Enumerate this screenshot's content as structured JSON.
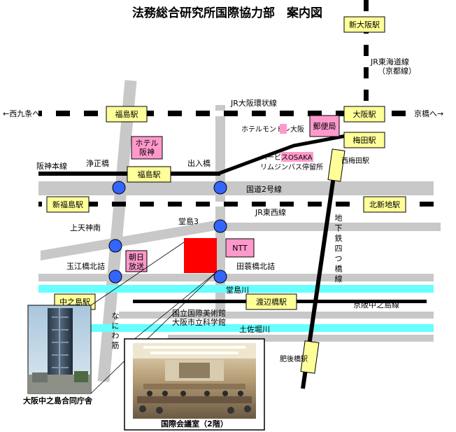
{
  "title": "法務総合研究所国際協力部　案内図",
  "colors": {
    "station_box": "#ffff99",
    "landmark_box": "#ff99cc",
    "road": "#c8c8c8",
    "river": "#66ffff",
    "stop": "#3366ff",
    "destination": "#ff0000",
    "line": "#000000"
  },
  "stations": {
    "shin_osaka": "新大阪駅",
    "fukushima_jr": "福島駅",
    "osaka": "大阪駅",
    "umeda": "梅田駅",
    "fukushima_hanshin": "福島駅",
    "nishi_umeda": "西梅田駅",
    "shin_fukushima": "新福島駅",
    "kita_shinchi": "北新地駅",
    "nakanoshima": "中之島駅",
    "watanabebashi": "渡辺橋駅",
    "higobashi": "肥後橋駅"
  },
  "landmarks": {
    "hotel_hanshin": "ホテル\n阪神",
    "hotel_monterey": "ホテルモントレ大阪",
    "post_office": "郵便局",
    "harvis": "ハービスOSAKA\nリムジンバス停留所",
    "asahi": "朝日\n放送",
    "ntt": "NTT"
  },
  "railways": {
    "jr_tokaido": "JR東海道線\n（京都線）",
    "jr_loop": "JR大阪環状線",
    "nishikujo": "←西九条へ",
    "kyobashi": "京橋へ→",
    "hanshin": "阪神本線",
    "jr_tozai": "JR東西線",
    "keihan": "京阪中之島線",
    "yotsubashi": "地\n下\n鉄\n四\nつ\n橋\n線"
  },
  "roads": {
    "route2": "国道2号線",
    "naniwa": "な\nに\nわ\n筋"
  },
  "rivers": {
    "dojima": "堂島川",
    "tosabori": "土佐堀川"
  },
  "intersections": {
    "joshobashi": "浄正橋",
    "deiribashi": "出入橋",
    "dojima3": "堂島3",
    "kamitenjin": "上天神南",
    "tamaebashi": "玉江橋北詰",
    "tamino": "田蓑橋北詰"
  },
  "museums": "国立国際美術館\n大阪市立科学館",
  "photos": {
    "building_caption": "大阪中之島合同庁舎",
    "room_caption": "国際会議室（2階）"
  }
}
